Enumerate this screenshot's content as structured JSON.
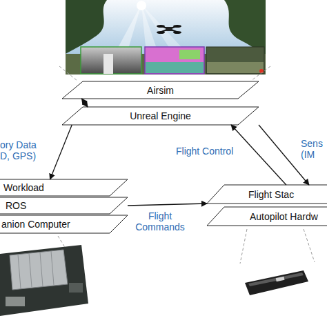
{
  "diagram": {
    "nodes": [
      {
        "text": [
          "Airsim"
        ]
      },
      {
        "text": [
          "Unreal Engine"
        ]
      },
      {
        "text": [
          "Workload"
        ]
      },
      {
        "text": [
          "ROS"
        ]
      },
      {
        "text": [
          "anion Computer"
        ]
      },
      {
        "text": [
          "Flight Stac"
        ]
      },
      {
        "text": [
          "Autopilot Hardw"
        ]
      }
    ],
    "edges": [
      {
        "from": 0,
        "to": 1,
        "arrow": "both"
      },
      {
        "from": 1,
        "to": 2,
        "label": "ory Data D, GPS)",
        "arrow": "to"
      },
      {
        "from": 5,
        "to": 1,
        "label": "Flight Control",
        "arrow": "to"
      },
      {
        "from": 1,
        "to": 5,
        "label": "Sens (IM",
        "arrow": "to"
      },
      {
        "from": 3,
        "to": 5,
        "label": "Flight Commands",
        "arrow": "to"
      }
    ]
  }
}
